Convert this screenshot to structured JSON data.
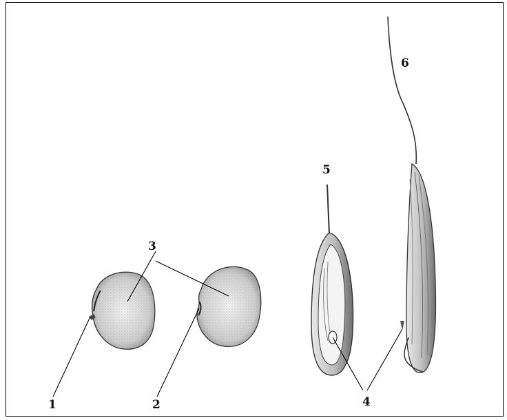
{
  "labels": {
    "l1": "1",
    "l2": "2",
    "l3": "3",
    "l4": "4",
    "l5": "5",
    "l6": "6"
  },
  "colors": {
    "ink": "#222222",
    "paper": "#ffffff",
    "shade": "#9a9a9a"
  }
}
